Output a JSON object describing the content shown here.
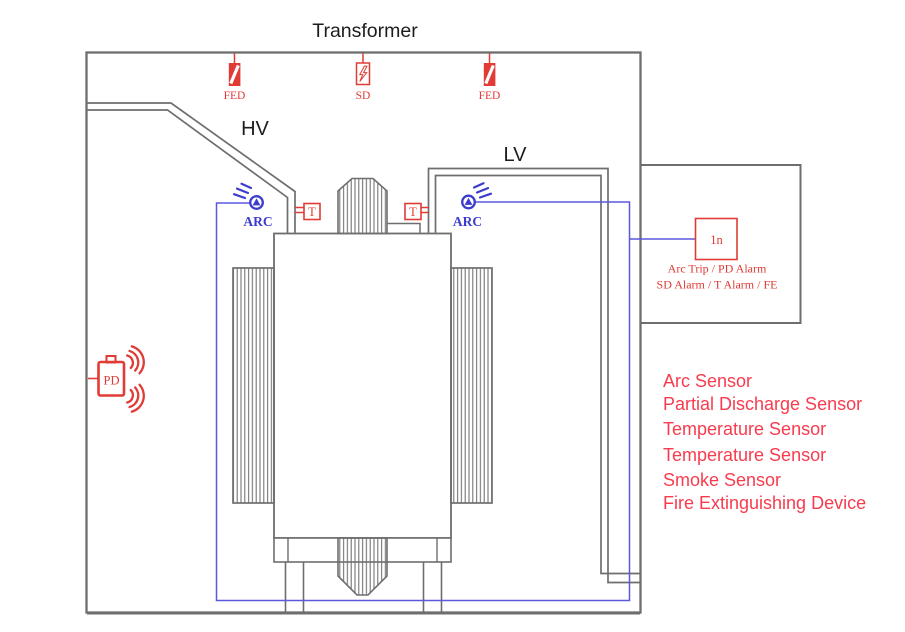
{
  "title": "Transformer",
  "colors": {
    "line_gray": "#6e6e6e",
    "diagram_red": "#e03b35",
    "legend_red": "#f83b4e",
    "sensor_blue": "#3d3ccc",
    "wire_blue": "#5b58dd",
    "text_black": "#1c1c1c"
  },
  "diagram": {
    "hv_label": "HV",
    "lv_label": "LV",
    "top_sensors": {
      "fed_left": "FED",
      "smoke": "SD",
      "fed_right": "FED"
    },
    "arc_left_label": "ARC",
    "arc_right_label": "ARC",
    "temp_left_label": "T",
    "temp_right_label": "T",
    "pd_label": "PD",
    "alarm": {
      "unit_label": "1n",
      "line1": "Arc Trip / PD Alarm",
      "line2": "SD Alarm / T Alarm / FE"
    }
  },
  "legend": {
    "items": [
      "Arc Sensor",
      "Partial Discharge Sensor",
      "Temperature Sensor",
      "Temperature Sensor",
      "Smoke Sensor",
      "Fire Extinguishing Device"
    ]
  }
}
